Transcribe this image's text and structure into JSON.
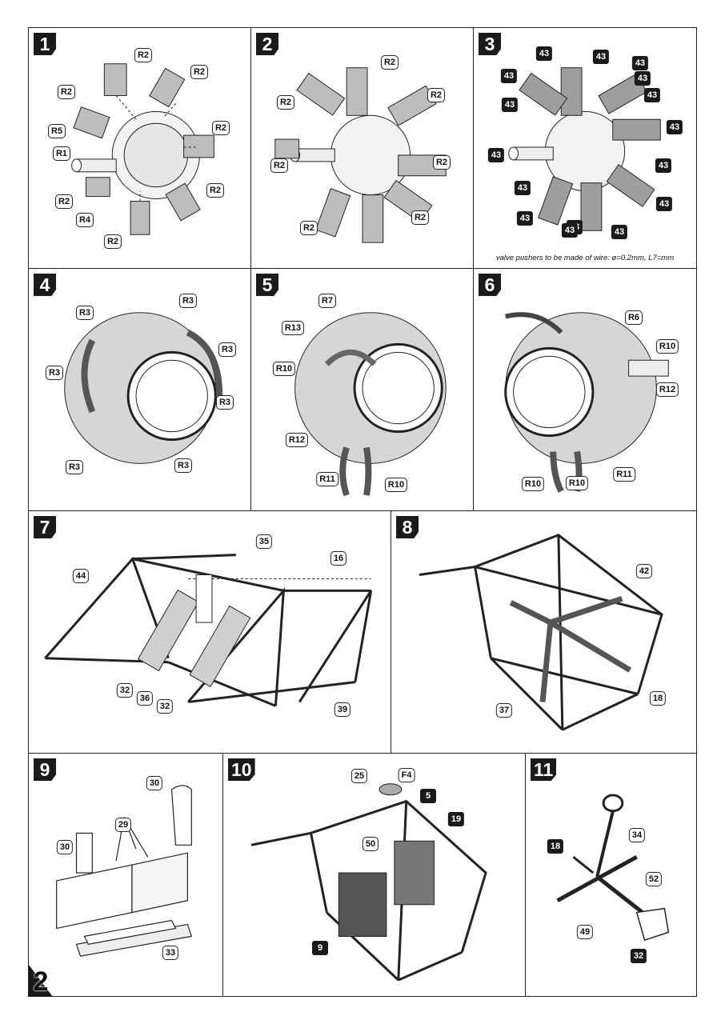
{
  "page_number": "2",
  "panels": [
    {
      "step": "1",
      "labels": [
        "R2",
        "R2",
        "R2",
        "R2",
        "R5",
        "R1",
        "R2",
        "R4",
        "R2",
        "R2"
      ]
    },
    {
      "step": "2",
      "labels": [
        "R2",
        "R2",
        "R2",
        "R2",
        "R2",
        "R2",
        "R2"
      ]
    },
    {
      "step": "3",
      "labels": [
        "43",
        "43",
        "43",
        "43",
        "43",
        "43",
        "43",
        "43",
        "43",
        "43",
        "43",
        "43",
        "43",
        "43",
        "43",
        "43"
      ],
      "note": "valve pushers to be made of wire: ø=0.2mm, L7=mm"
    },
    {
      "step": "4",
      "labels": [
        "R3",
        "R3",
        "R3",
        "R3",
        "R3",
        "R3",
        "R3"
      ]
    },
    {
      "step": "5",
      "labels": [
        "R7",
        "R13",
        "R10",
        "R12",
        "R11",
        "R10"
      ]
    },
    {
      "step": "6",
      "labels": [
        "R6",
        "R10",
        "R12",
        "R10",
        "R10",
        "R11"
      ]
    },
    {
      "step": "7",
      "labels": [
        "35",
        "16",
        "44",
        "32",
        "36",
        "32",
        "39"
      ]
    },
    {
      "step": "8",
      "labels": [
        "42",
        "18",
        "37"
      ]
    },
    {
      "step": "9",
      "labels": [
        "30",
        "29",
        "30",
        "33"
      ]
    },
    {
      "step": "10",
      "labels": [
        "25",
        "F4",
        "5",
        "19",
        "50",
        "9"
      ]
    },
    {
      "step": "11",
      "labels": [
        "18",
        "34",
        "52",
        "49",
        "32"
      ]
    }
  ]
}
